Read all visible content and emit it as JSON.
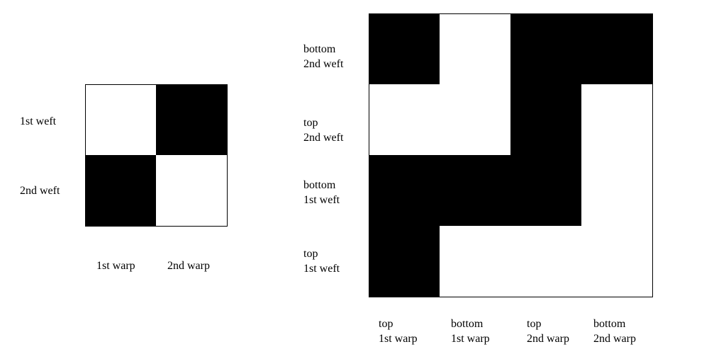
{
  "colors": {
    "black": "#000000",
    "white": "#ffffff",
    "outline": "#000000"
  },
  "small_grid": {
    "cells": [
      [
        "white",
        "black"
      ],
      [
        "black",
        "white"
      ]
    ],
    "row_labels": [
      "1st weft",
      "2nd weft"
    ],
    "col_labels": [
      "1st warp",
      "2nd warp"
    ]
  },
  "large_grid": {
    "cells": [
      [
        "black",
        "white",
        "black",
        "black"
      ],
      [
        "white",
        "white",
        "black",
        "white"
      ],
      [
        "black",
        "black",
        "black",
        "white"
      ],
      [
        "black",
        "white",
        "white",
        "white"
      ]
    ],
    "row_labels": [
      {
        "line1": "bottom",
        "line2": "2nd weft"
      },
      {
        "line1": "top",
        "line2": "2nd weft"
      },
      {
        "line1": "bottom",
        "line2": "1st weft"
      },
      {
        "line1": "top",
        "line2": "1st weft"
      }
    ],
    "col_labels": [
      {
        "line1": "top",
        "line2": "1st warp"
      },
      {
        "line1": "bottom",
        "line2": "1st warp"
      },
      {
        "line1": "top",
        "line2": "2nd warp"
      },
      {
        "line1": "bottom",
        "line2": "2nd warp"
      }
    ]
  }
}
